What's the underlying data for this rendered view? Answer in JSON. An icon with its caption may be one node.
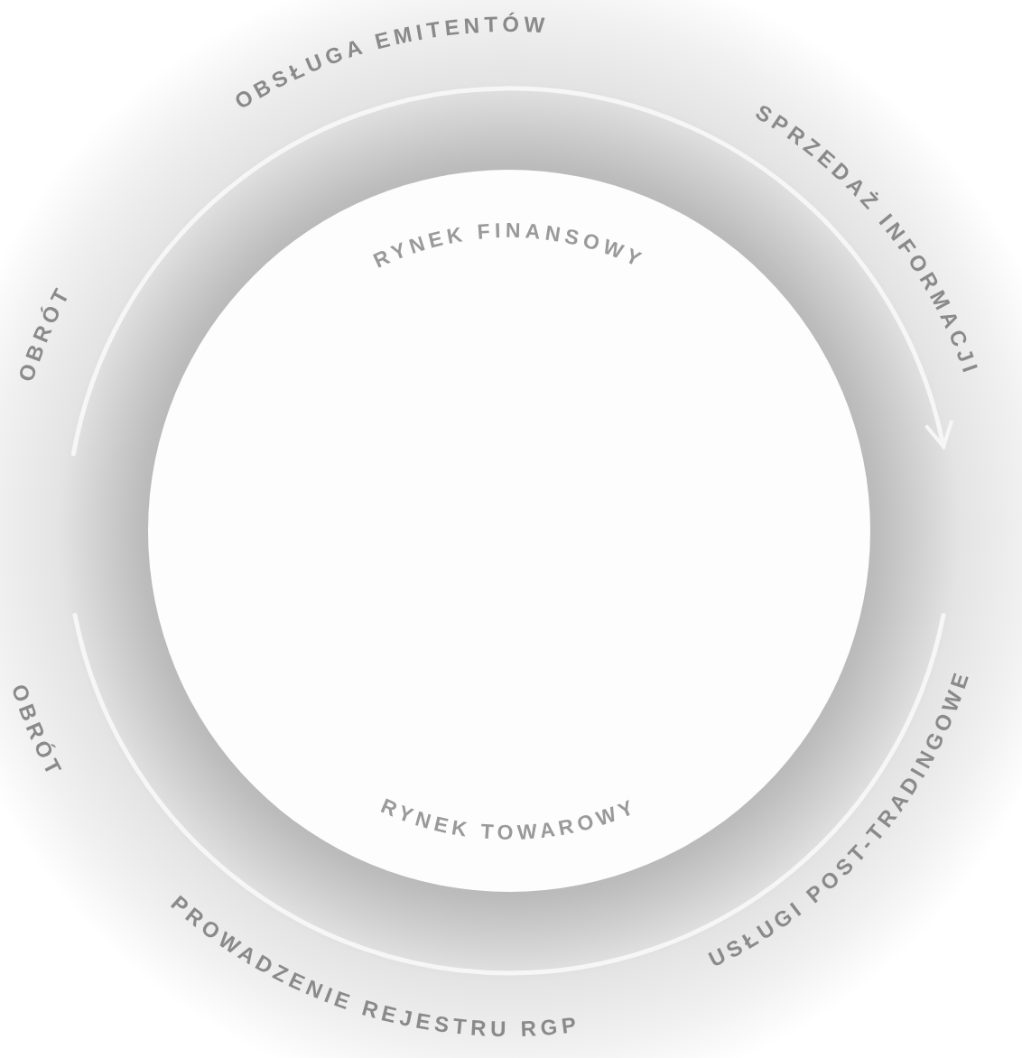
{
  "diagram": {
    "nodes": [
      {
        "text": [
          "RYNEK FINANSOWY",
          "RYNEK TOWAROWY"
        ]
      }
    ],
    "labels": [
      "OBRÓT",
      "OBSŁUGA EMITENTÓW",
      "SPRZEDAŻ INFORMACJI",
      "USŁUGI POST-TRADINGOWE",
      "PROWADZENIE REJESTRU RGP",
      "OBRÓT"
    ]
  }
}
